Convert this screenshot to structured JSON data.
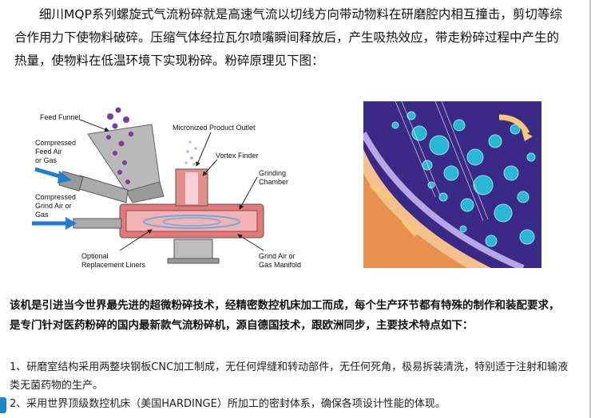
{
  "intro": {
    "paragraph": "细川MQP系列螺旋式气流粉碎就是高速气流以切线方向带动物料在研磨腔内相互撞击，剪切等综合作用力下使物料破碎。压缩气体经拉瓦尔喷嘴瞬间释放后，产生吸热效应，带走粉碎过程中产生的热量，使物料在低温环境下实现粉碎。粉碎原理见下图："
  },
  "diagram": {
    "labels": {
      "feed_funnel": "Feed Funnel",
      "feed_air_1": "Compressed",
      "feed_air_2": "Feed Air",
      "feed_air_3": "or Gas",
      "grind_air_1": "Compressed",
      "grind_air_2": "Grind Air or",
      "grind_air_3": "Gas",
      "outlet": "Micronized Product Outlet",
      "vortex": "Vortex Finder",
      "chamber_1": "Grinding",
      "chamber_2": "Chamber",
      "liners_1": "Optional",
      "liners_2": "Replacement Liners",
      "manifold_1": "Grind Air or",
      "manifold_2": "Gas Manifold"
    }
  },
  "features": {
    "summary": "该机是引进当今世界最先进的超微粉碎技术，经精密数控机床加工而成，每个生产环节都有特殊的制作和装配要求，是专门针对医药粉碎的国内最新款气流粉碎机，源自德国技术，跟欧洲同步，主要技术特点如下：",
    "item1": "1、研磨室结构采用两整块钢板CNC加工制成，无任何焊缝和转动部件，无任何死角，极易拆装清洗，特别适于注射和输液类无菌药物的生产。",
    "item2": "2、采用世界顶级数控机床（美国HARDINGE）所加工的密封体系，确保各项设计性能的体现。"
  },
  "colors": {
    "arrow_blue": "#1e7fcf",
    "feed_purple": "#7a3d9c",
    "photo_bg": "#3a2a86",
    "particle_cyan": "#29b7d6",
    "casing_orange": "#e8914f"
  }
}
